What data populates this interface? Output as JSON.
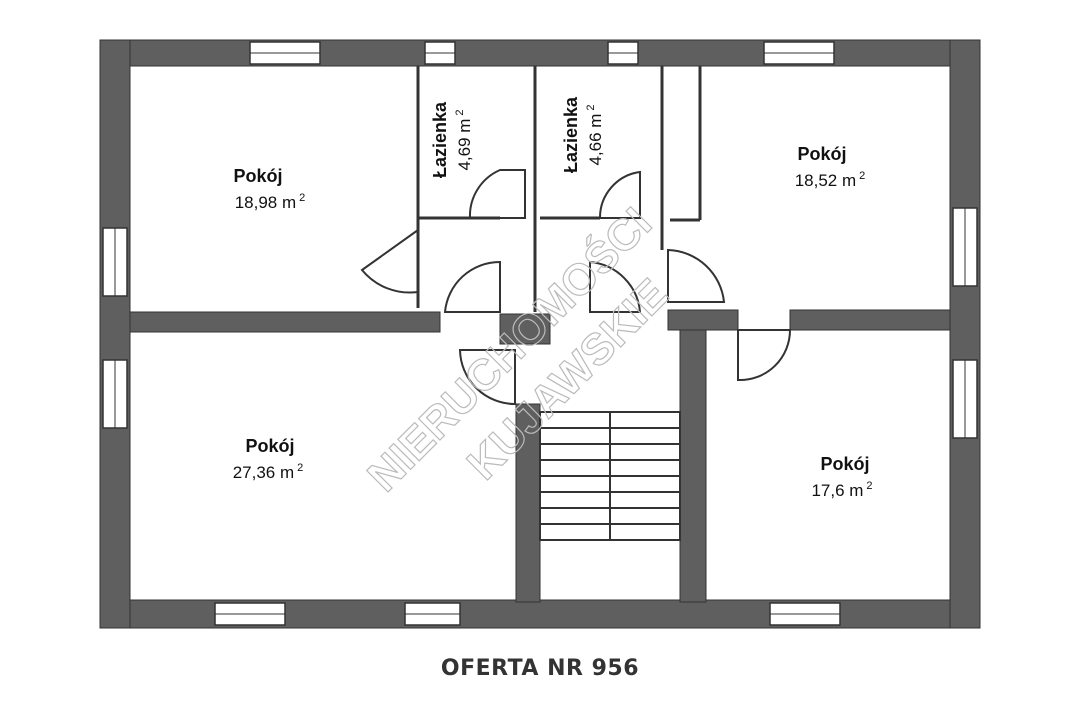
{
  "rooms": [
    {
      "name": "Pokój",
      "area": "18,98 m",
      "sup": "2"
    },
    {
      "name": "Łazienka",
      "area": "4,69 m",
      "sup": "2"
    },
    {
      "name": "Łazienka",
      "area": "4,66 m",
      "sup": "2"
    },
    {
      "name": "Pokój",
      "area": "18,52 m",
      "sup": "2"
    },
    {
      "name": "Pokój",
      "area": "27,36 m",
      "sup": "2"
    },
    {
      "name": "Pokój",
      "area": "17,6 m",
      "sup": "2"
    }
  ],
  "watermark": {
    "line1": "NIERUCHOMOŚCI",
    "line2": "KUJAWSKIE"
  },
  "footer": {
    "title": "OFERTA NR 956"
  },
  "colors": {
    "wall": "#5f5f5f",
    "window": "#ffffff",
    "text": "#111111"
  }
}
